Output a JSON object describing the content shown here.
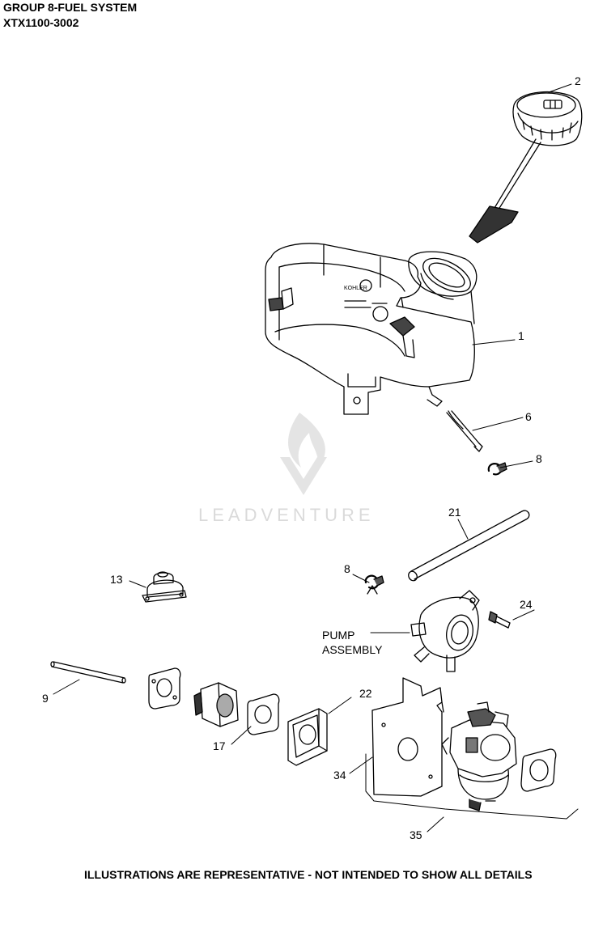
{
  "header": {
    "group_title": "GROUP 8-FUEL SYSTEM",
    "model_code": "XTX1100-3002"
  },
  "watermark": {
    "text": "LEADVENTURE"
  },
  "callouts": {
    "c1": "1",
    "c2": "2",
    "c6": "6",
    "c8a": "8",
    "c8b": "8",
    "c9": "9",
    "c13": "13",
    "c17": "17",
    "c21": "21",
    "c22": "22",
    "c24": "24",
    "c34": "34",
    "c35": "35",
    "pump_line1": "PUMP",
    "pump_line2": "ASSEMBLY"
  },
  "footer": {
    "note": "ILLUSTRATIONS ARE REPRESENTATIVE - NOT INTENDED TO SHOW ALL DETAILS"
  }
}
